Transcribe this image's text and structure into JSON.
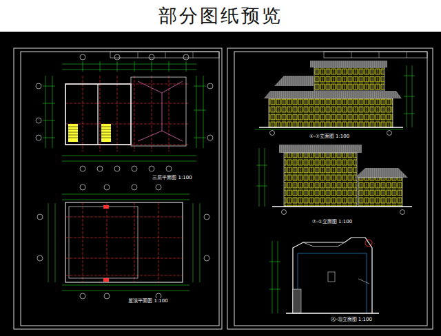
{
  "diagram": {
    "title": "部分图纸预览",
    "labels": [
      "三层平面图 1:100",
      "屋顶平面图 1:100",
      "①-⑦立面图 1:100",
      "⑦-①立面图 1:100",
      "Ⓐ-Ⓓ立面图 1:100"
    ]
  }
}
